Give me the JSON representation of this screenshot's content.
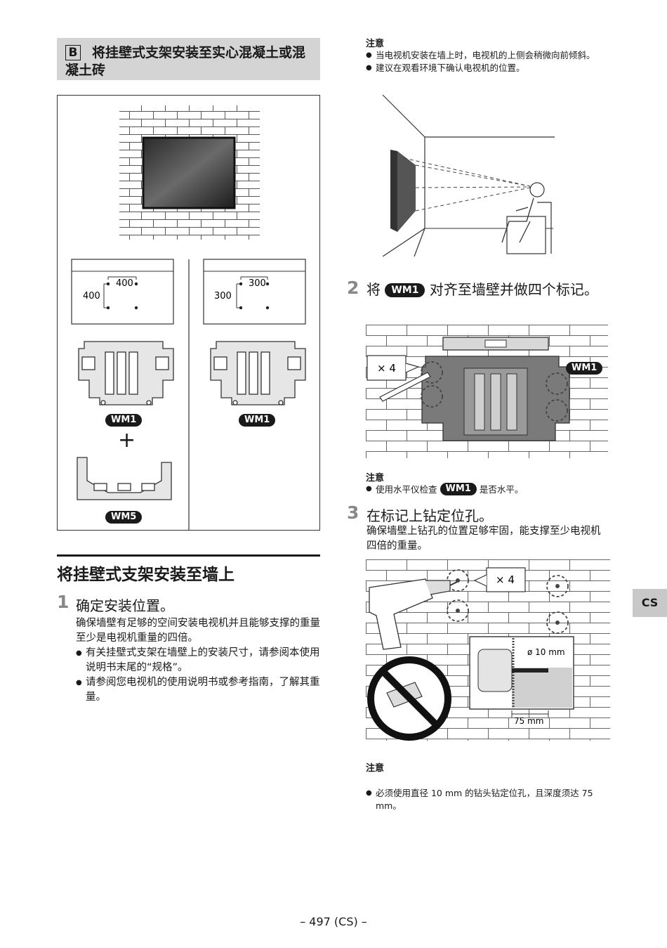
{
  "section_b": {
    "label": "B",
    "title": "将挂壁式支架安装至实心混凝土或混凝土砖"
  },
  "figure_left": {
    "dim_left_h": "400",
    "dim_left_v": "400",
    "dim_right_h": "300",
    "dim_right_v": "300",
    "badge_wm1_left": "WM1",
    "badge_wm1_right": "WM1",
    "plus": "+",
    "badge_wm5": "WM5"
  },
  "main_heading": "将挂壁式支架安装至墙上",
  "step1": {
    "num": "1",
    "title": "确定安装位置。",
    "desc": "确保墙壁有足够的空间安装电视机并且能够支撑的重量至少是电视机重量的四倍。",
    "bullets": [
      "有关挂壁式支架在墙壁上的安装尺寸，请参阅本使用说明书末尾的“规格”。",
      "请参阅您电视机的使用说明书或参考指南，了解其重量。"
    ]
  },
  "note_top": {
    "title": "注意",
    "items": [
      "当电视机安装在墙上时，电视机的上侧会稍微向前倾斜。",
      "建议在观看环境下确认电视机的位置。"
    ]
  },
  "step2": {
    "num": "2",
    "title_pre": "将",
    "badge": "WM1",
    "title_post": "对齐至墙壁并做四个标记。",
    "fig_count": "× 4",
    "fig_badge": "WM1"
  },
  "note_mid": {
    "title": "注意",
    "text_pre": "使用水平仪检查",
    "badge": "WM1",
    "text_post": "是否水平。"
  },
  "step3": {
    "num": "3",
    "title": "在标记上钻定位孔。",
    "desc": "确保墙壁上钻孔的位置足够牢固，能支撑至少电视机四倍的重量。",
    "fig_count": "× 4",
    "fig_diameter": "ø 10 mm",
    "fig_depth": "75 mm"
  },
  "note_bottom": {
    "title": "注意",
    "text": "必须使用直径 10 mm 的钻头钻定位孔，且深度须达 75 mm。"
  },
  "side_tab": "CS",
  "footer": "– 497 (CS) –"
}
